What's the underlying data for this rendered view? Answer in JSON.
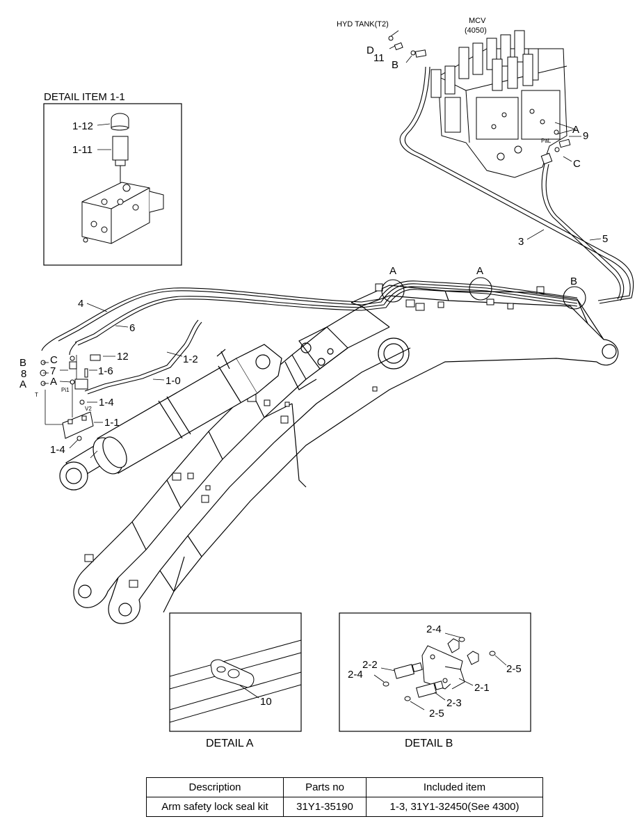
{
  "labels": {
    "hyd_tank": "HYD TANK(T2)",
    "mcv_title": "MCV",
    "mcv_code": "(4050)",
    "d_top": "D",
    "eleven": "11",
    "b_top": "B",
    "pal": "PaL",
    "a_right": "A",
    "nine": "9",
    "c_right": "C",
    "three": "3",
    "five": "5",
    "detail_a_marker_1": "A",
    "detail_a_marker_2": "A",
    "detail_b_marker": "B",
    "four": "4",
    "six": "6",
    "one_two": "1-2",
    "one_zero": "1-0",
    "twelve": "12",
    "one_six": "1-6",
    "seven": "7",
    "c_left": "C",
    "b_left": "B",
    "eight": "8",
    "a_left": "A",
    "a_mid": "A",
    "pi1": "Pi1",
    "t_port": "T",
    "v2_port": "V2",
    "one_four_a": "1-4",
    "one_one": "1-1",
    "one_four_b": "1-4",
    "ten": "10",
    "two_four_a": "2-4",
    "two_two": "2-2",
    "two_four_b": "2-4",
    "two_five_a": "2-5",
    "two_one": "2-1",
    "two_three": "2-3",
    "two_five_b": "2-5"
  },
  "detail_item": {
    "title": "DETAIL ITEM 1-1",
    "cap_label": "1-12",
    "plug_label": "1-11"
  },
  "detail_a": {
    "caption": "DETAIL A"
  },
  "detail_b": {
    "caption": "DETAIL B"
  },
  "parts_table": {
    "headers": [
      "Description",
      "Parts no",
      "Included item"
    ],
    "rows": [
      [
        "Arm safety lock seal kit",
        "31Y1-35190",
        "1-3, 31Y1-32450(See 4300)"
      ]
    ]
  }
}
